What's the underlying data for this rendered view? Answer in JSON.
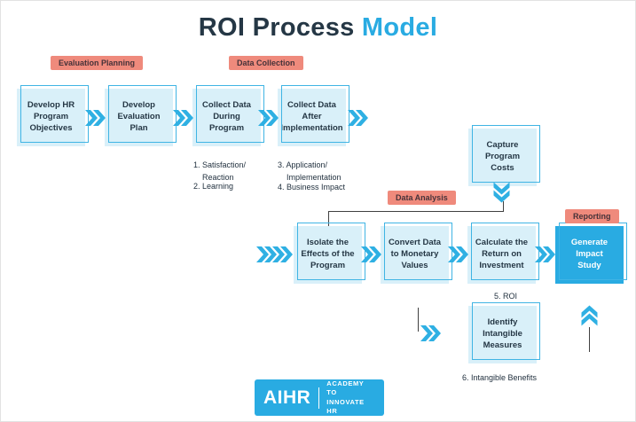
{
  "title": {
    "main": "ROI Process ",
    "accent": "Model"
  },
  "colors": {
    "accent": "#29abe2",
    "box_fill": "#d9f0f9",
    "box_border": "#3fb4e4",
    "stage_label_bg": "#ef8a7c",
    "title_dark": "#253745"
  },
  "stage_labels": {
    "evaluation_planning": "Evaluation Planning",
    "data_collection": "Data Collection",
    "data_analysis": "Data Analysis",
    "reporting": "Reporting"
  },
  "boxes": {
    "develop_hr_program_objectives": "Develop HR Program Objectives",
    "develop_evaluation_plan": "Develop Evaluation Plan",
    "collect_data_during_program": "Collect Data During Program",
    "collect_data_after_implementation": "Collect Data After Implementation",
    "capture_program_costs": "Capture Program Costs",
    "isolate_the_effects": "Isolate the Effects of the Program",
    "convert_data_to_monetary_values": "Convert Data to Monetary Values",
    "calculate_the_return_on_investment": "Calculate the Return on Investment",
    "generate_impact_study": "Generate Impact Study",
    "identify_intangible_measures": "Identify Intangible Measures"
  },
  "notes": {
    "n1": "1. Satisfaction/ Reaction",
    "n2": "2. Learning",
    "n3": "3. Application/ Implementation",
    "n4": "4. Business Impact",
    "n5": "5. ROI",
    "n6": "6. Intangible Benefits"
  },
  "icons": {
    "chevron_right": "double right chevron arrow",
    "chevron_down": "double down chevron arrow",
    "chevron_up": "double up chevron arrow"
  },
  "logo": {
    "brand": "AIHR",
    "tagline_line1": "ACADEMY TO",
    "tagline_line2": "INNOVATE HR"
  }
}
